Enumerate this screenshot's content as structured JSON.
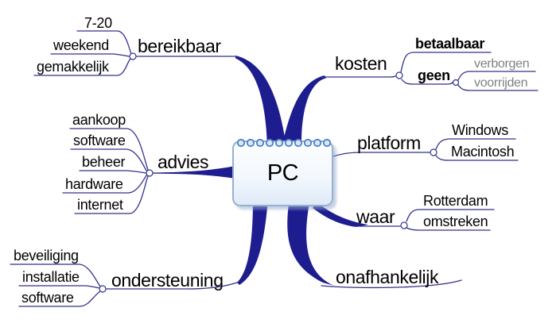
{
  "diagram": {
    "kind": "mind-map"
  },
  "center": {
    "label": "PC"
  },
  "branches": [
    {
      "label": "bereikbaar",
      "children": [
        {
          "label": "7-20"
        },
        {
          "label": "weekend"
        },
        {
          "label": "gemakkelijk"
        }
      ]
    },
    {
      "label": "advies",
      "children": [
        {
          "label": "aankoop"
        },
        {
          "label": "software"
        },
        {
          "label": "beheer"
        },
        {
          "label": "hardware"
        },
        {
          "label": "internet"
        }
      ]
    },
    {
      "label": "ondersteuning",
      "children": [
        {
          "label": "beveiliging"
        },
        {
          "label": "installatie"
        },
        {
          "label": "software"
        }
      ]
    },
    {
      "label": "kosten",
      "children": [
        {
          "label": "betaalbaar"
        },
        {
          "label": "geen",
          "children": [
            {
              "label": "verborgen"
            },
            {
              "label": "voorrijden"
            }
          ]
        }
      ]
    },
    {
      "label": "platform",
      "children": [
        {
          "label": "Windows"
        },
        {
          "label": "Macintosh"
        }
      ]
    },
    {
      "label": "waar",
      "children": [
        {
          "label": "Rotterdam"
        },
        {
          "label": "omstreken"
        }
      ]
    },
    {
      "label": "onafhankelijk",
      "children": []
    }
  ],
  "colors": {
    "branch": "#1d1d90",
    "line": "#32328c",
    "gray_text": "#808080",
    "node_border": "#96b0d2",
    "spiral": "#4d7fc9"
  }
}
